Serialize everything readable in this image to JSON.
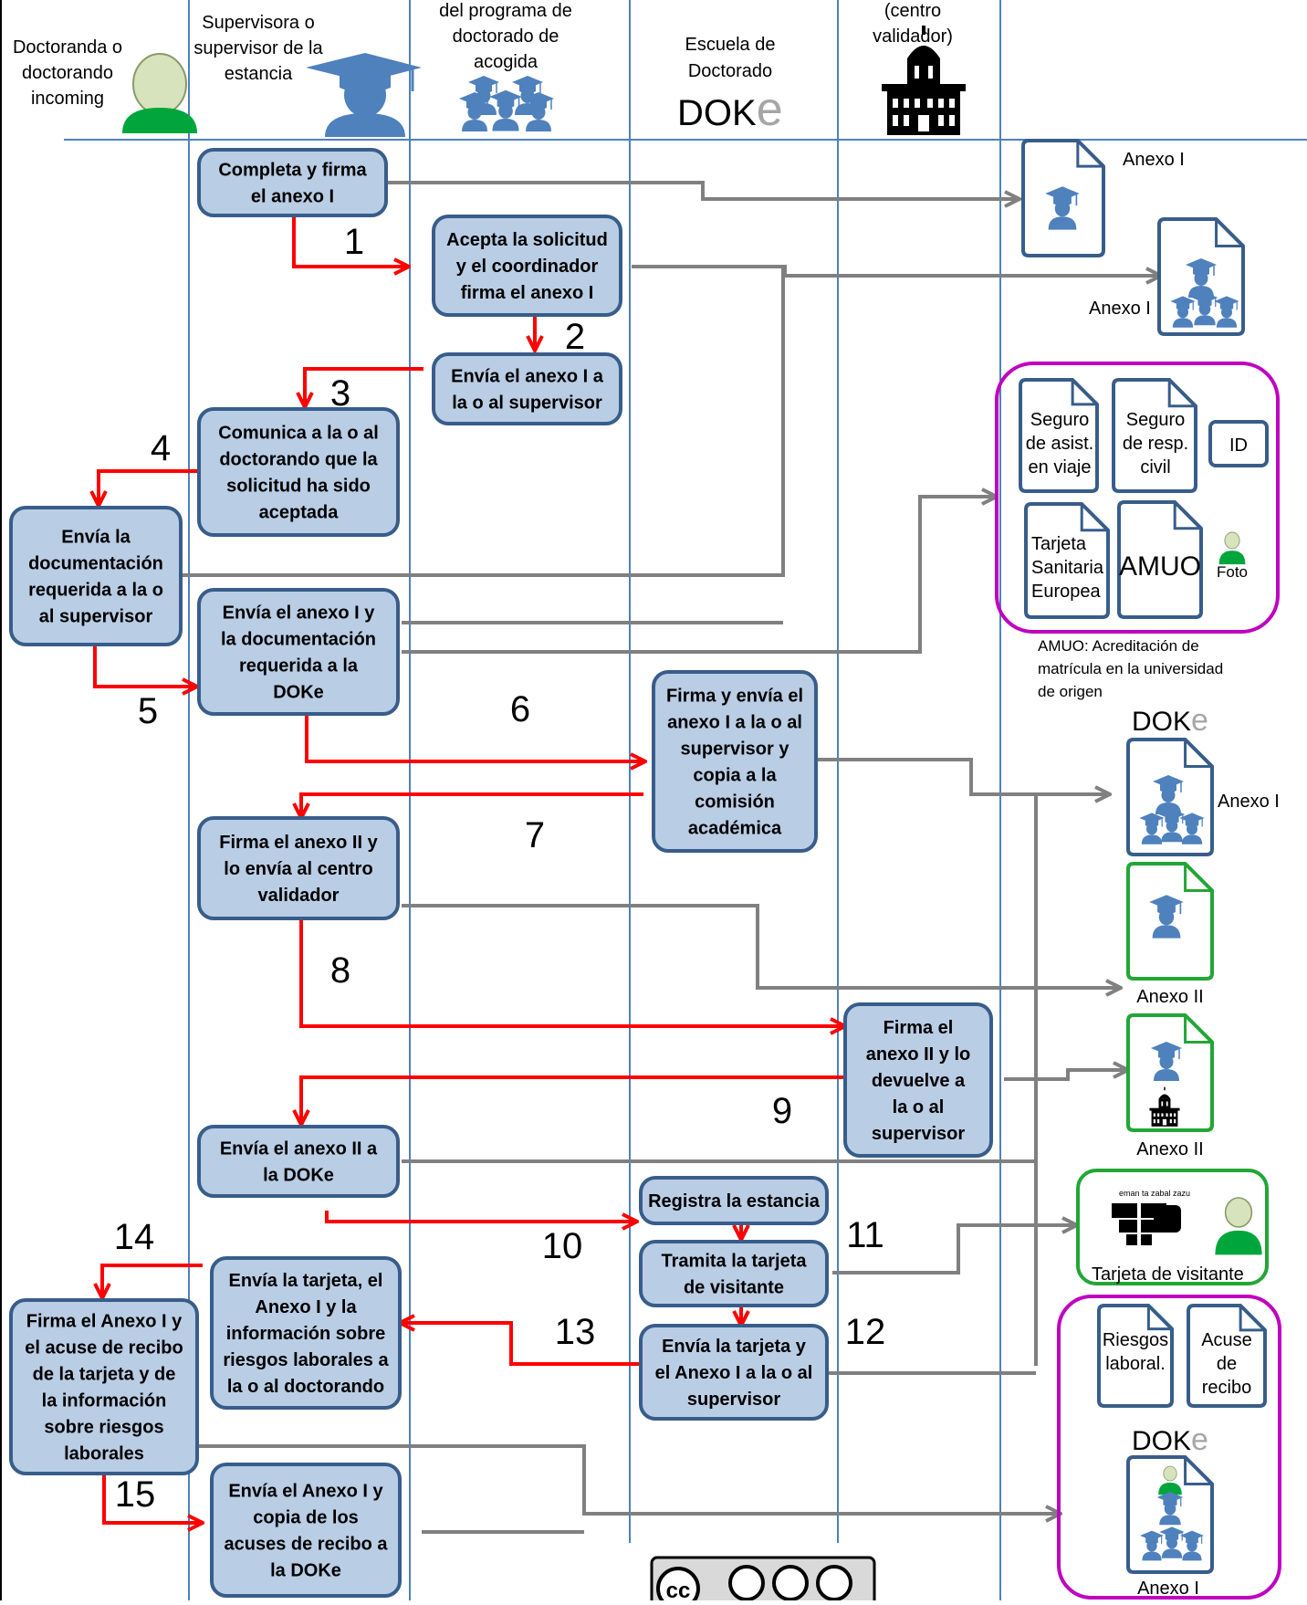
{
  "headers": {
    "doctorando": [
      "Doctoranda o",
      "doctorando",
      "incoming"
    ],
    "supervisor": [
      "Supervisora o",
      "supervisor de la",
      "estancia"
    ],
    "programa": [
      "del programa de",
      "doctorado de",
      "acogida"
    ],
    "escuela": [
      "Escuela de",
      "Doctorado"
    ],
    "centro": [
      "(centro",
      "validador)"
    ],
    "doke_main": "DOK",
    "doke_e": "e"
  },
  "boxes": {
    "b1": [
      "Completa y firma",
      "el anexo I"
    ],
    "b2": [
      "Acepta la solicitud",
      "y el coordinador",
      "firma el anexo I"
    ],
    "b3": [
      "Envía el anexo I a",
      "la o al supervisor"
    ],
    "b4": [
      "Comunica a la o al",
      "doctorando que la",
      "solicitud ha sido",
      "aceptada"
    ],
    "b5": [
      "Envía la",
      "documentación",
      "requerida a la o",
      "al supervisor"
    ],
    "b6": [
      "Envía el anexo I y",
      "la documentación",
      "requerida a la",
      "DOKe"
    ],
    "b7": [
      "Firma y envía el",
      "anexo I a  la o al",
      "supervisor y",
      "copia a la",
      "comisión",
      "académica"
    ],
    "b8": [
      "Firma el anexo II y",
      "lo envía al centro",
      "validador"
    ],
    "b9": [
      "Firma el",
      "anexo II y  lo",
      "devuelve a",
      "la o al",
      "supervisor"
    ],
    "b10": [
      "Envía el anexo II a",
      "la DOKe"
    ],
    "b11": [
      "Registra la estancia"
    ],
    "b12": [
      "Tramita la tarjeta",
      "de visitante"
    ],
    "b13": [
      "Envía la tarjeta y",
      "el Anexo I  a la o al",
      "supervisor"
    ],
    "b14": [
      "Envía la tarjeta, el",
      "Anexo I  y la",
      "información sobre",
      "riesgos laborales a",
      "la o al doctorando"
    ],
    "b15": [
      "Firma el Anexo I  y",
      "el acuse de recibo",
      "de la tarjeta y de",
      "la información",
      "sobre riesgos",
      "laborales"
    ],
    "b16": [
      "Envía el Anexo I  y",
      "copia de los",
      "acuses de recibo a",
      "la DOKe"
    ]
  },
  "steps": [
    "1",
    "2",
    "3",
    "4",
    "5",
    "6",
    "7",
    "8",
    "9",
    "10",
    "11",
    "12",
    "13",
    "14",
    "15"
  ],
  "docs": {
    "anexo_i_1": "Anexo I",
    "anexo_i_2": "Anexo I",
    "anexo_i_3": "Anexo I",
    "anexo_ii_1": "Anexo II",
    "anexo_ii_2": "Anexo II",
    "anexo_i_4": "Anexo I",
    "seguro_asist": [
      "Seguro",
      "de asist.",
      "en viaje"
    ],
    "seguro_resp": [
      "Seguro",
      "de resp.",
      "civil"
    ],
    "id": "ID",
    "tarjeta_sanitaria": [
      "Tarjeta",
      "Sanitaria",
      "Europea"
    ],
    "amuo": "AMUO",
    "foto": "Foto",
    "amuo_note": [
      "AMUO: Acreditación de",
      "matrícula en la universidad",
      "de origen"
    ],
    "riesgos": [
      "Riesgos",
      "laboral."
    ],
    "acuse": [
      "Acuse",
      "de",
      "recibo"
    ],
    "tarjeta_visitante": "Tarjeta de visitante",
    "ehu_motto": "eman ta zabal zazu"
  },
  "colors": {
    "box_fill": "#b9cde5",
    "box_stroke": "#385d8a",
    "red_arrow": "#ff0000",
    "gray_arrow": "#808080",
    "lane_line": "#4f81bd",
    "purple_group": "#c000c0",
    "green_group": "#22a636"
  }
}
